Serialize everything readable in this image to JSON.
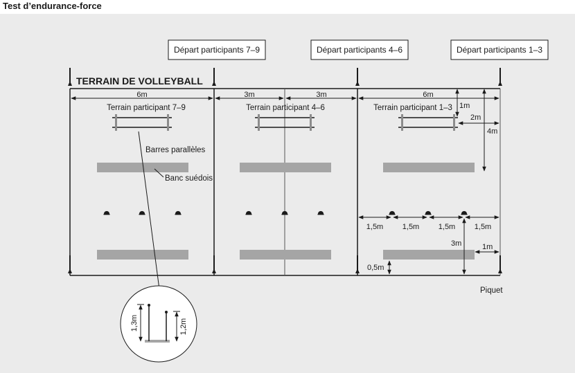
{
  "title": "Test d’endurance-force",
  "court_label": "TERRAIN DE VOLLEYBALL",
  "start_boxes": [
    "Départ participants 7–9",
    "Départ participants 4–6",
    "Départ participants 1–3"
  ],
  "field_labels": [
    "Terrain participant 7–9",
    "Terrain participant 4–6",
    "Terrain participant 1–3"
  ],
  "dimensions": {
    "width_6m": "6m",
    "width_3m": "3m",
    "d_1m": "1m",
    "d_2m": "2m",
    "d_4m": "4m",
    "d_1_5m": "1,5m",
    "d_3m": "3m",
    "d_0_5m": "0,5m",
    "bar_high": "1,3m",
    "bar_low": "1,2m"
  },
  "labels": {
    "parallel_bars": "Barres parallèles",
    "swedish_bench": "Banc suédois",
    "stake": "Piquet"
  },
  "colors": {
    "background": "#ffffff",
    "panel": "#ebebeb",
    "ink": "#1a1a1a",
    "bench": "#a5a5a5"
  }
}
